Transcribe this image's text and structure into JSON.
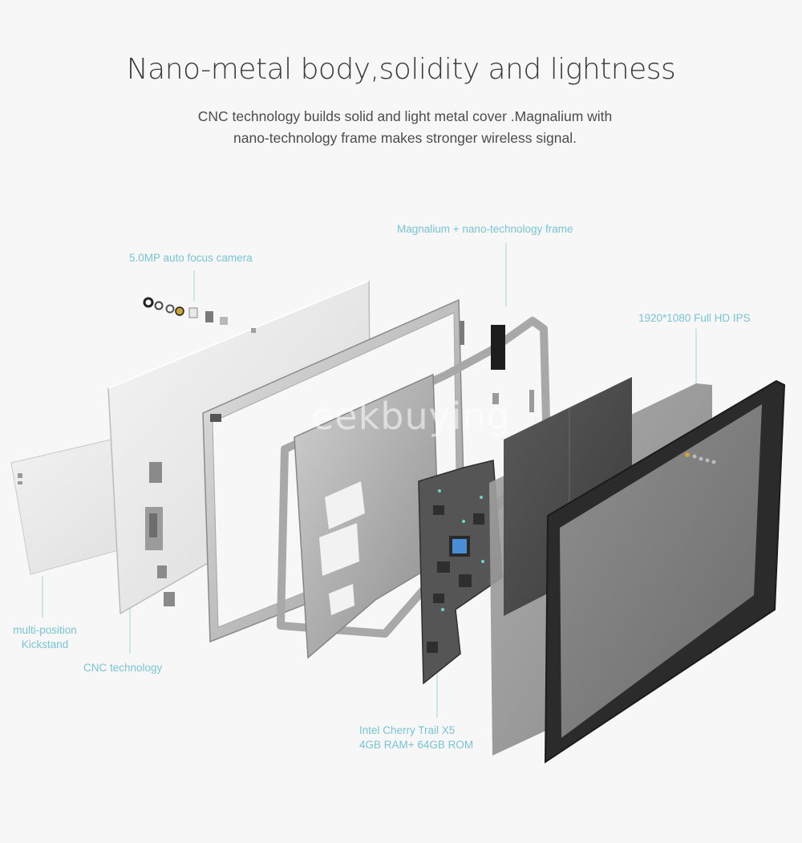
{
  "header": {
    "title": "Nano-metal body,solidity and lightness",
    "subtitle_line1": "CNC technology builds solid and light metal cover .Magnalium with",
    "subtitle_line2": "nano-technology frame makes stronger wireless signal."
  },
  "callouts": {
    "frame": "Magnalium + nano-technology frame",
    "camera": "5.0MP auto focus camera",
    "display": "1920*1080 Full HD IPS",
    "kickstand_line1": "multi-position",
    "kickstand_line2": "Kickstand",
    "cnc": "CNC technology",
    "cpu_line1": "Intel Cherry Trail X5",
    "cpu_line2": "4GB RAM+ 64GB ROM"
  },
  "watermark": "eekbuying",
  "colors": {
    "accent": "#78c4d4",
    "background": "#f7f7f7",
    "title": "#3a3a3a"
  }
}
